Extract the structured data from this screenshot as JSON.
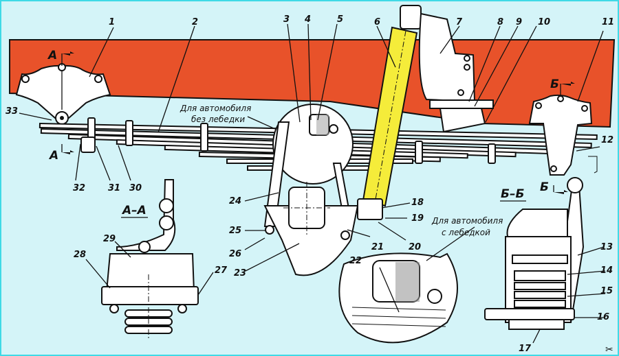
{
  "colors": {
    "background": "#d4f4f8",
    "frame": "#e8522a",
    "shock_absorber": "#f5ec3a",
    "border": "#3fd9e6"
  },
  "section_markers": {
    "a_top": "А",
    "a_bottom": "А",
    "b_top": "Б",
    "b_bottom": "Б"
  },
  "section_titles": {
    "a_a": "А–А",
    "b_b": "Б–Б"
  },
  "notes": {
    "without_winch_line1": "Для автомобиля",
    "without_winch_line2": "без лебедки",
    "with_winch_line1": "Для автомобиля",
    "with_winch_line2": "с лебедкой"
  },
  "callouts": [
    "1",
    "2",
    "3",
    "4",
    "5",
    "6",
    "7",
    "8",
    "9",
    "10",
    "11",
    "12",
    "13",
    "14",
    "15",
    "16",
    "17",
    "18",
    "19",
    "20",
    "21",
    "22",
    "23",
    "24",
    "25",
    "26",
    "27",
    "28",
    "29",
    "30",
    "31",
    "32",
    "33"
  ],
  "corner_icon": "scissors-icon"
}
